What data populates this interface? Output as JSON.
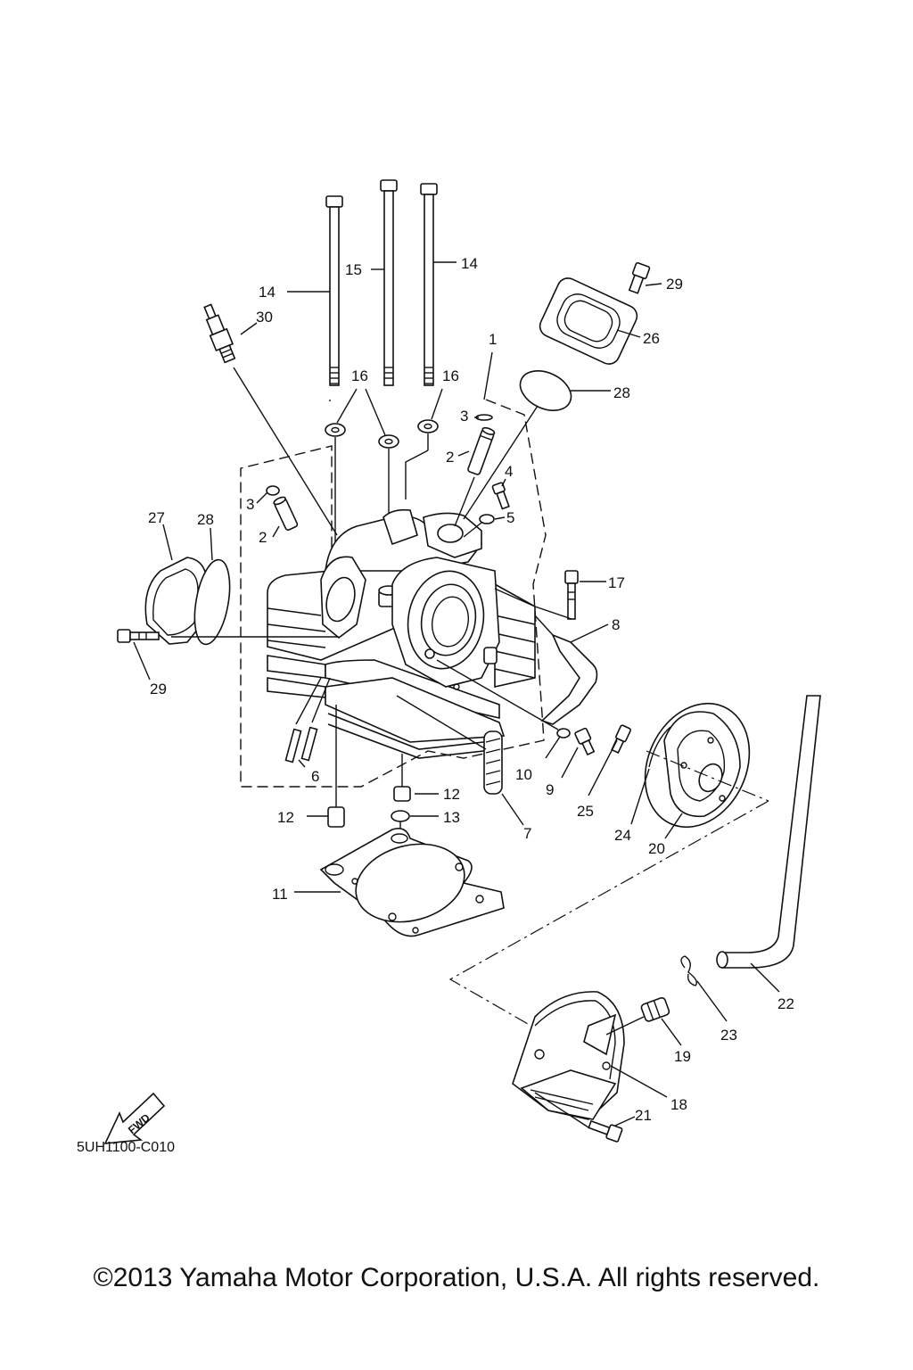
{
  "diagram": {
    "code": "5UH1100-C010",
    "fwd_label": "FWD",
    "copyright": "©2013 Yamaha Motor Corporation, U.S.A. All rights reserved.",
    "callouts": [
      {
        "id": "c1",
        "text": "1"
      },
      {
        "id": "c2a",
        "text": "2"
      },
      {
        "id": "c2b",
        "text": "2"
      },
      {
        "id": "c3a",
        "text": "3"
      },
      {
        "id": "c3b",
        "text": "3"
      },
      {
        "id": "c4",
        "text": "4"
      },
      {
        "id": "c5",
        "text": "5"
      },
      {
        "id": "c6",
        "text": "6"
      },
      {
        "id": "c7",
        "text": "7"
      },
      {
        "id": "c8",
        "text": "8"
      },
      {
        "id": "c9",
        "text": "9"
      },
      {
        "id": "c10",
        "text": "10"
      },
      {
        "id": "c11",
        "text": "11"
      },
      {
        "id": "c12a",
        "text": "12"
      },
      {
        "id": "c12b",
        "text": "12"
      },
      {
        "id": "c13",
        "text": "13"
      },
      {
        "id": "c14a",
        "text": "14"
      },
      {
        "id": "c14b",
        "text": "14"
      },
      {
        "id": "c15",
        "text": "15"
      },
      {
        "id": "c16a",
        "text": "16"
      },
      {
        "id": "c16b",
        "text": "16"
      },
      {
        "id": "c17",
        "text": "17"
      },
      {
        "id": "c18",
        "text": "18"
      },
      {
        "id": "c19",
        "text": "19"
      },
      {
        "id": "c20",
        "text": "20"
      },
      {
        "id": "c21",
        "text": "21"
      },
      {
        "id": "c22",
        "text": "22"
      },
      {
        "id": "c23",
        "text": "23"
      },
      {
        "id": "c24",
        "text": "24"
      },
      {
        "id": "c25",
        "text": "25"
      },
      {
        "id": "c26",
        "text": "26"
      },
      {
        "id": "c27",
        "text": "27"
      },
      {
        "id": "c28a",
        "text": "28"
      },
      {
        "id": "c28b",
        "text": "28"
      },
      {
        "id": "c29a",
        "text": "29"
      },
      {
        "id": "c29b",
        "text": "29"
      },
      {
        "id": "c30",
        "text": "30"
      }
    ]
  }
}
